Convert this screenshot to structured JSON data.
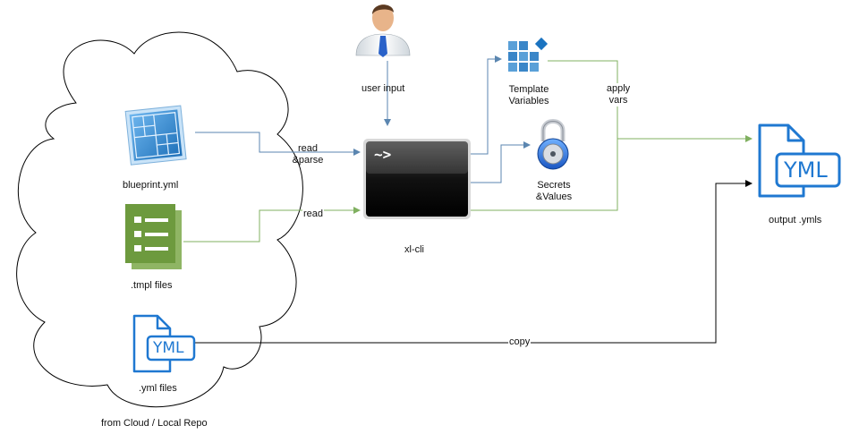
{
  "labels": {
    "user_input": "user input",
    "template_variables_line1": "Template",
    "template_variables_line2": "Variables",
    "apply_vars_line1": "apply",
    "apply_vars_line2": "vars",
    "read_parse_line1": "read",
    "read_parse_line2": "&parse",
    "read": "read",
    "secrets_line1": "Secrets",
    "secrets_line2": "&Values",
    "blueprint": "blueprint.yml",
    "tmpl_files": ".tmpl files",
    "yml_files": ".yml files",
    "cloud_caption": "from Cloud / Local Repo",
    "xl_cli": "xl-cli",
    "output": "output .ymls",
    "copy": "copy",
    "terminal_prompt": "~>",
    "yml_badge": "YML"
  },
  "colors": {
    "blue_line": "#5b86b0",
    "green_line": "#80b060",
    "black_line": "#000000",
    "yml_blue": "#1f78d1",
    "tmpl_green": "#6d9a3e",
    "template_blue": "#3a86c8"
  }
}
